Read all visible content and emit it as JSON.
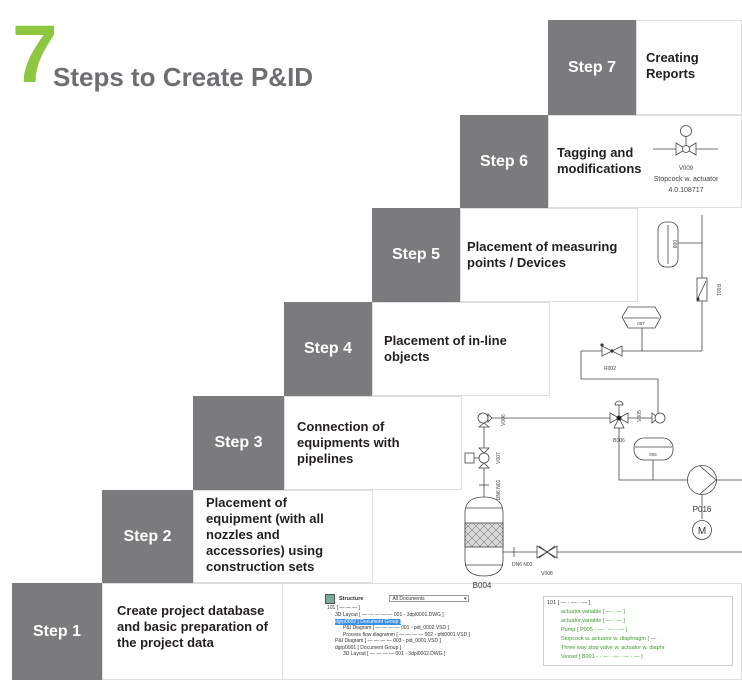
{
  "title": {
    "number": "7",
    "text": "Steps to Create P&ID"
  },
  "colors": {
    "accent": "#8dc63f",
    "step_box": "#7b7b7d",
    "title": "#6d6e71"
  },
  "steps": [
    {
      "label": "Step 1",
      "description": "Create project database and basic preparation of the project data"
    },
    {
      "label": "Step 2",
      "description": "Placement of equipment (with all nozzles and accessories) using construction sets"
    },
    {
      "label": "Step 3",
      "description": "Connection of equipments with pipelines"
    },
    {
      "label": "Step 4",
      "description": "Placement of in-line objects"
    },
    {
      "label": "Step 5",
      "description": "Placement of measuring points / Devices"
    },
    {
      "label": "Step 6",
      "description": "Tagging and modifications"
    },
    {
      "label": "Step 7",
      "description": "Creating Reports"
    }
  ],
  "tag_example": {
    "tag": "V009",
    "name": "Stopcock w. actuator",
    "code": "4.0.108717"
  },
  "diagram": {
    "labels": {
      "vessel_top": "008",
      "r001": "R001",
      "tank_007": "007",
      "r002": "R002",
      "v005": "V005",
      "b006": "B006",
      "v006": "V006",
      "v007": "V007",
      "dn6_n01": "DN6 N01",
      "tank_005": "005",
      "pump": "P016",
      "motor": "M",
      "dn6_n02": "DN6 N02",
      "v008": "V008",
      "b004": "B004"
    }
  },
  "structure_panel": {
    "title": "Structure",
    "dropdown": "All Documents",
    "rows": [
      "101   [ — — — ]",
      "3D Layout   [ — — — — — 001 - 3dpl0001.DWG ]",
      "dgrp0002   [ Document Group ]",
      "P&I Diagram   [ — — — — 001 - pid_0002.VSD ]",
      "Process flow diagramm   [ — — — — 002 - pfd0001.VSD ]",
      "P&I Diagram   [ — — — — 003 - pid_0001.VSD ]",
      "dgrp0001   [ Document Group ]",
      "3D Layout   [ — — — — 001 - 3dpl0002.DWG ]"
    ]
  },
  "object_tree": {
    "rows": [
      "101   [ — · — · — ]",
      "actuator,variable   [ — · — ]",
      "actuator,variable   [ — · — ]",
      "Pump   [ P005 - — · — · — ]",
      "Stopcock w. actuator w. diaphragm   [ — ·",
      "Three way stop valve w. actuator w. diaphr",
      "Vessel   [ B001 - · — · — · — · — ]"
    ]
  }
}
